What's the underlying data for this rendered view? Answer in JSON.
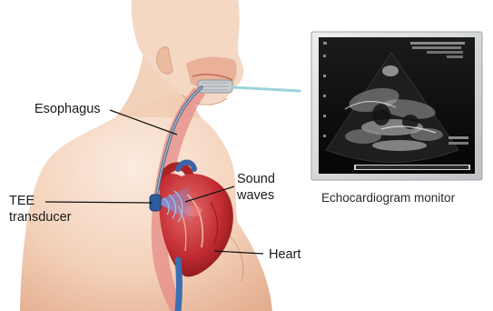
{
  "labels": {
    "esophagus": "Esophagus",
    "tee_line1": "TEE",
    "tee_line2": "transducer",
    "sound_line1": "Sound",
    "sound_line2": "waves",
    "heart": "Heart"
  },
  "monitor": {
    "caption": "Echocardiogram monitor"
  },
  "colors": {
    "skin_light": "#f6dcc8",
    "skin_shadow": "#e8b89a",
    "heart_red": "#b8242a",
    "probe_blue": "#3b6fb0",
    "monitor_frame": "#d6d8da",
    "screen_black": "#0b0b0b"
  }
}
